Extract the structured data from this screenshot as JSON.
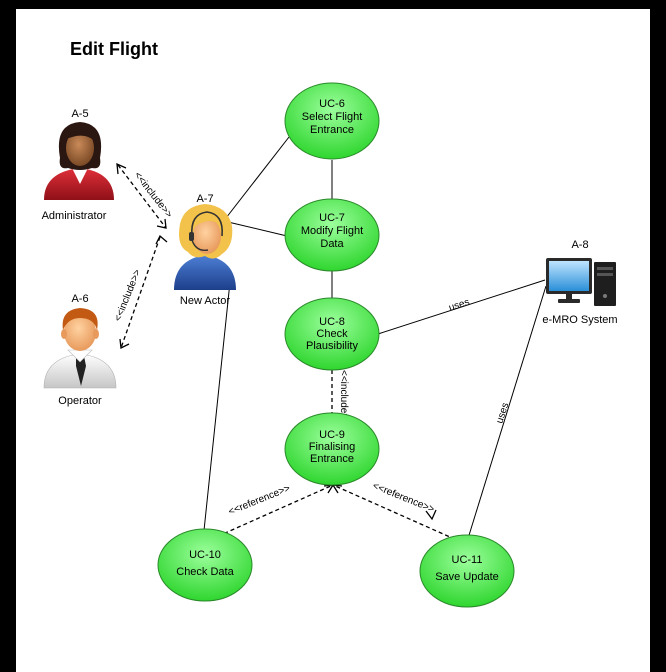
{
  "title": "Edit Flight",
  "actors": {
    "administrator": {
      "id": "A-5",
      "name": "Administrator"
    },
    "operator": {
      "id": "A-6",
      "name": "Operator"
    },
    "new_actor": {
      "id": "A-7",
      "name": "New Actor"
    },
    "emro": {
      "id": "A-8",
      "name": "e-MRO System"
    }
  },
  "use_cases": {
    "uc6": {
      "line1": "UC-6",
      "line2": "Select Flight",
      "line3": "Entrance"
    },
    "uc7": {
      "line1": "UC-7",
      "line2": "Modify Flight",
      "line3": "Data"
    },
    "uc8": {
      "line1": "UC-8",
      "line2": "Check",
      "line3": "Plausibility"
    },
    "uc9": {
      "line1": "UC-9",
      "line2": "Finalising",
      "line3": "Entrance"
    },
    "uc10": {
      "line1": "UC-10",
      "line2": "Check Data"
    },
    "uc11": {
      "line1": "UC-11",
      "line2": "Save Update"
    }
  },
  "edge_labels": {
    "include": "<<include>>",
    "reference": "<<reference>>",
    "uses": "uses"
  },
  "colors": {
    "ellipse_fill": "#3ee83e",
    "ellipse_stroke": "#2a8a2a",
    "frame": "#000000"
  }
}
